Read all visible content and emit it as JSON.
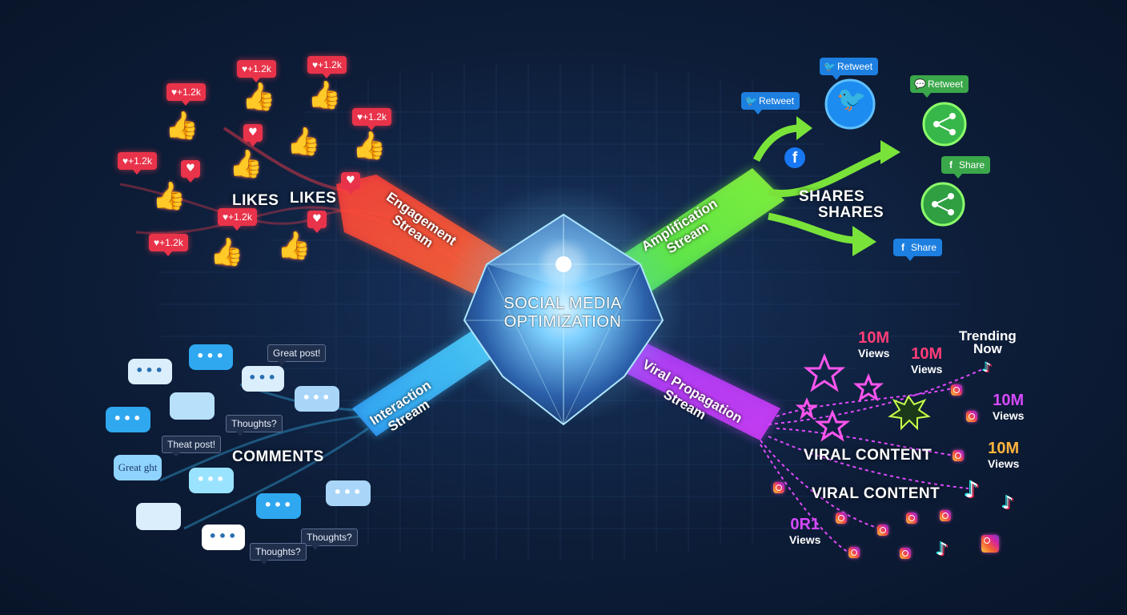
{
  "center": {
    "line1": "SOCIAL MEDIA",
    "line2": "OPTIMIZATION"
  },
  "streams": {
    "engagement": {
      "line1": "Engagement",
      "line2": "Stream"
    },
    "amplification": {
      "line1": "Amplification",
      "line2": "Stream"
    },
    "interaction": {
      "line1": "Interaction",
      "line2": "Stream"
    },
    "viral": {
      "line1": "Viral Propagation",
      "line2": "Stream"
    }
  },
  "likes": {
    "label_1": "LIKES",
    "label_2": "LIKES",
    "badge": "+1.2k",
    "heart_glyph": "♥",
    "thumb_glyph": "👍"
  },
  "shares": {
    "label_1": "SHARES",
    "label_2": "SHARES",
    "retweet": "Retweet",
    "share": "Share",
    "twitter_glyph": "🐦",
    "facebook_glyph": "f",
    "chat_glyph": "💬"
  },
  "comments": {
    "label": "COMMENTS",
    "great_post": "Great post!",
    "thoughts": "Thoughts?",
    "theat_post": "Theat post!",
    "great_ght": "Great ght",
    "dots": "•••"
  },
  "viral": {
    "label_1": "VIRAL CONTENT",
    "label_2": "VIRAL CONTENT",
    "trending_1": "Trending",
    "trending_2": "Now",
    "views_count": "10M",
    "views_word": "Views",
    "odd_count": "0R1",
    "tiktok_glyph": "♪"
  },
  "colors": {
    "likes": "#ff4d4d",
    "shares": "#7ae33a",
    "comments": "#3bc4ff",
    "viral": "#c642ff",
    "viral_number": "#ff3d78"
  }
}
